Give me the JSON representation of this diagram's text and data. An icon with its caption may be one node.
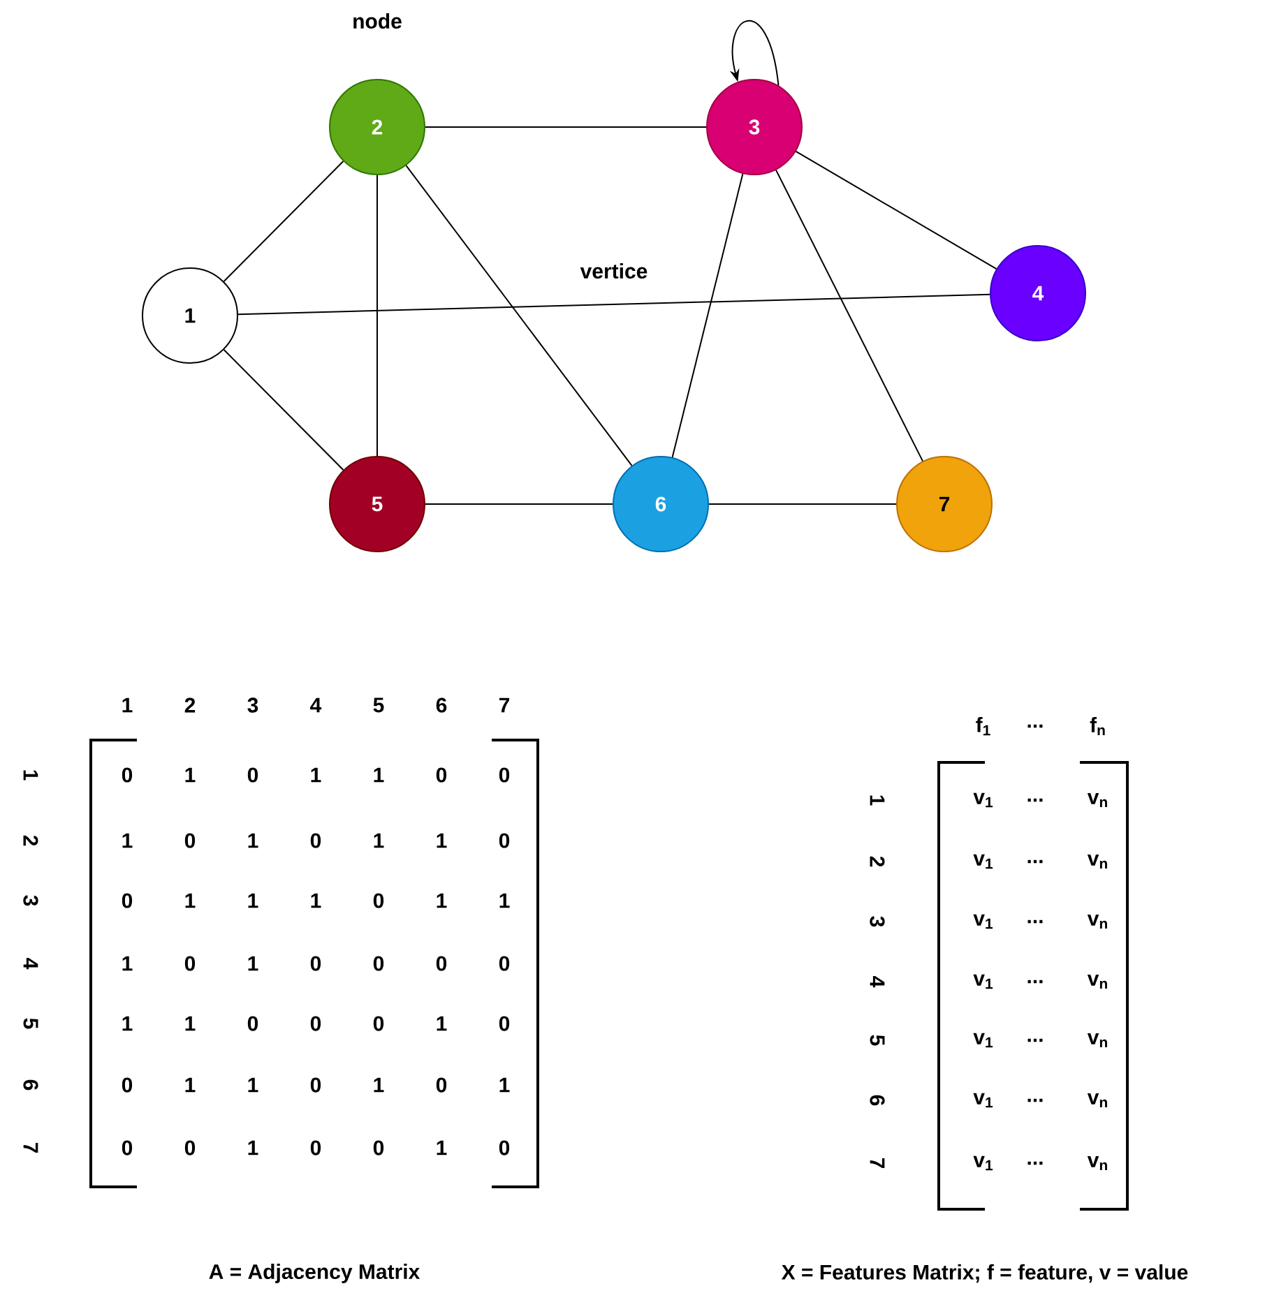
{
  "diagram": {
    "nodes": [
      {
        "text": [
          "1"
        ]
      },
      {
        "text": [
          "2"
        ]
      },
      {
        "text": [
          "3"
        ]
      },
      {
        "text": [
          "4"
        ]
      },
      {
        "text": [
          "5"
        ]
      },
      {
        "text": [
          "6"
        ]
      },
      {
        "text": [
          "7"
        ]
      }
    ],
    "edges": [
      {
        "from": 0,
        "to": 1,
        "arrow": "none"
      },
      {
        "from": 0,
        "to": 3,
        "arrow": "none",
        "label": "vertice"
      },
      {
        "from": 0,
        "to": 4,
        "arrow": "none"
      },
      {
        "from": 1,
        "to": 2,
        "arrow": "none"
      },
      {
        "from": 1,
        "to": 4,
        "arrow": "none"
      },
      {
        "from": 1,
        "to": 5,
        "arrow": "none"
      },
      {
        "from": 2,
        "to": 2,
        "arrow": "to"
      },
      {
        "from": 2,
        "to": 3,
        "arrow": "none"
      },
      {
        "from": 2,
        "to": 5,
        "arrow": "none"
      },
      {
        "from": 2,
        "to": 6,
        "arrow": "none"
      },
      {
        "from": 4,
        "to": 5,
        "arrow": "none"
      },
      {
        "from": 5,
        "to": 6,
        "arrow": "none"
      }
    ],
    "labels": [
      "node",
      "1",
      "2",
      "3",
      "4",
      "5",
      "6",
      "7",
      "1",
      "2",
      "3",
      "4",
      "5",
      "6",
      "7",
      "0",
      "1",
      "0",
      "1",
      "1",
      "0",
      "0",
      "1",
      "0",
      "1",
      "0",
      "1",
      "1",
      "0",
      "0",
      "1",
      "1",
      "1",
      "0",
      "1",
      "1",
      "1",
      "0",
      "1",
      "0",
      "0",
      "0",
      "0",
      "1",
      "1",
      "0",
      "0",
      "0",
      "1",
      "0",
      "0",
      "1",
      "1",
      "0",
      "1",
      "0",
      "1",
      "0",
      "0",
      "1",
      "0",
      "0",
      "1",
      "0",
      "A = Adjacency Matrix",
      "f$_{1}$",
      "...",
      "f$_{n}$",
      "1",
      "2",
      "3",
      "4",
      "5",
      "6",
      "7",
      "v$_{1}$",
      "...",
      "v$_{n}$",
      "v$_{1}$",
      "...",
      "v$_{n}$",
      "v$_{1}$",
      "...",
      "v$_{n}$",
      "v$_{1}$",
      "...",
      "v$_{n}$",
      "v$_{1}$",
      "...",
      "v$_{n}$",
      "v$_{1}$",
      "...",
      "v$_{n}$",
      "v$_{1}$",
      "...",
      "v$_{n}$",
      "X = Features Matrix; f = feature, v = value"
    ]
  }
}
